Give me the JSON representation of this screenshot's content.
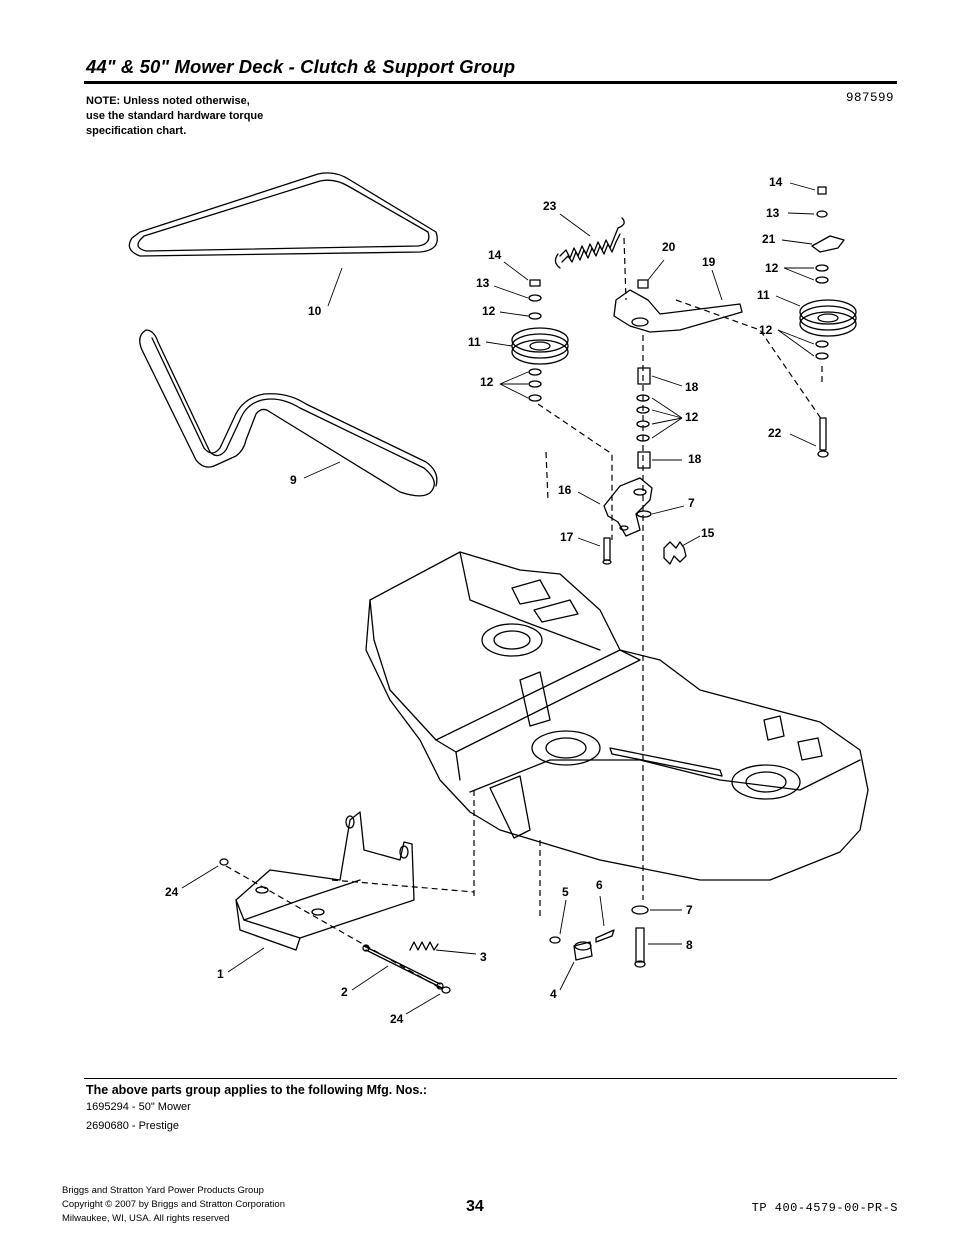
{
  "page": {
    "title": "44\" & 50\" Mower Deck - Clutch & Support Group",
    "note_lines": [
      "NOTE: Unless noted otherwise,",
      "use the standard hardware torque",
      "specification chart."
    ],
    "diagram_id": "987599"
  },
  "callouts": [
    "14",
    "13",
    "21",
    "12",
    "11",
    "12",
    "22",
    "23",
    "20",
    "19",
    "14",
    "13",
    "12",
    "11",
    "12",
    "18",
    "12",
    "18",
    "16",
    "7",
    "17",
    "15",
    "10",
    "9",
    "24",
    "1",
    "2",
    "24",
    "3",
    "5",
    "6",
    "4",
    "7",
    "8"
  ],
  "mfg": {
    "heading": "The above parts group applies to the following Mfg. Nos.:",
    "items": [
      "1695294 - 50\" Mower",
      "2690680 - Prestige"
    ]
  },
  "footer": {
    "company_lines": [
      "Briggs and Stratton Yard Power Products Group",
      "Copyright ©  2007 by Briggs and Stratton Corporation",
      "Milwaukee, WI, USA. All rights reserved"
    ],
    "page_number": "34",
    "doc_number": "TP 400-4579-00-PR-S"
  }
}
